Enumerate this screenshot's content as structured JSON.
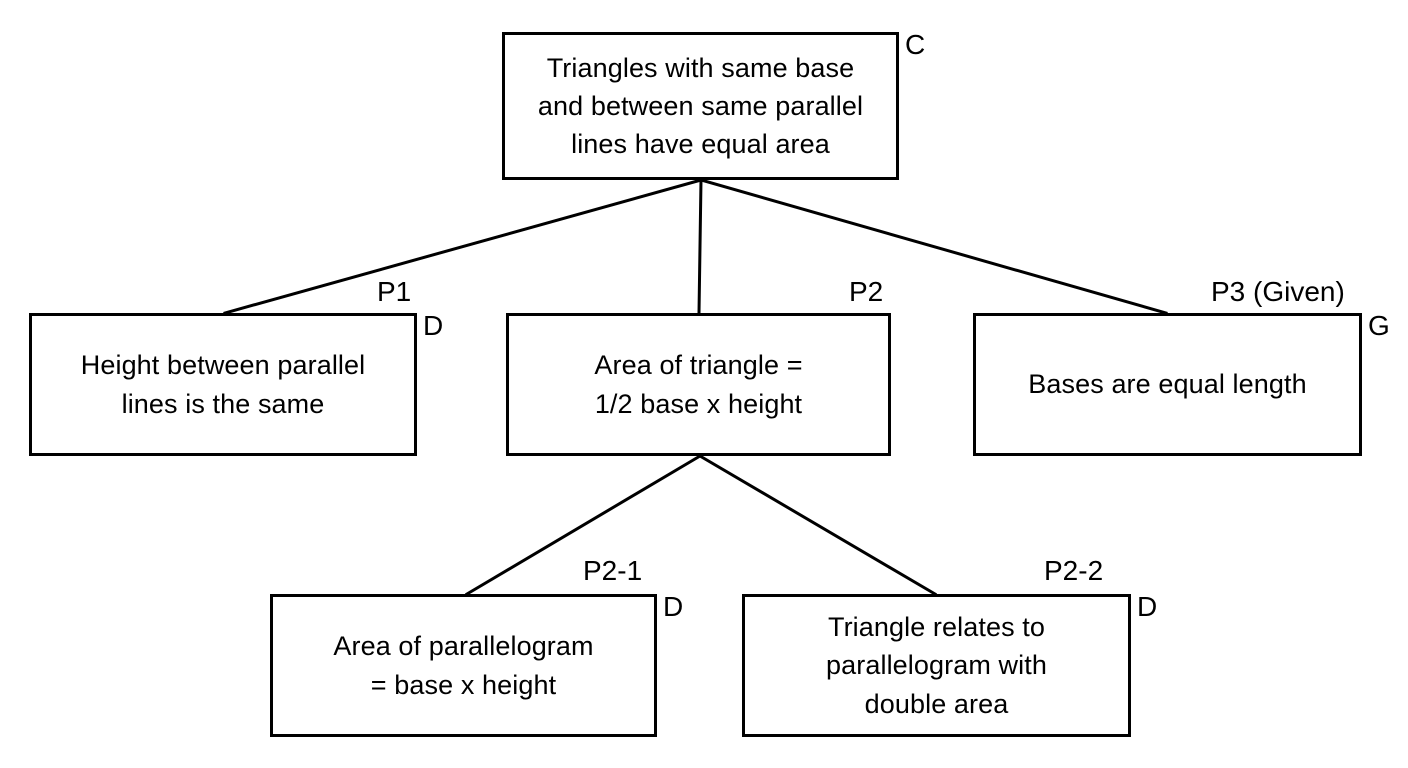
{
  "diagram": {
    "type": "argument-tree",
    "background_color": "#ffffff",
    "line_color": "#000000",
    "text_color": "#000000",
    "nodes": [
      {
        "id": "C",
        "role": "claim",
        "corner_tag": "C",
        "text": "Triangles with same base\nand between same parallel\nlines have equal area"
      },
      {
        "id": "P1",
        "role": "data",
        "corner_tag": "D",
        "text": "Height between parallel\nlines is the same"
      },
      {
        "id": "P2",
        "role": "premise",
        "corner_tag": "",
        "text": "Area of triangle =\n1/2 base x height"
      },
      {
        "id": "P3",
        "role": "given",
        "corner_tag": "G",
        "text": "Bases are equal length"
      },
      {
        "id": "P2-1",
        "role": "data",
        "corner_tag": "D",
        "text": "Area of parallelogram\n= base x height"
      },
      {
        "id": "P2-2",
        "role": "data",
        "corner_tag": "D",
        "text": "Triangle relates to\nparallelogram with\ndouble area"
      }
    ],
    "edges": [
      {
        "id": "edge-p1",
        "from": "C",
        "to": "P1",
        "label": "P1"
      },
      {
        "id": "edge-p2",
        "from": "C",
        "to": "P2",
        "label": "P2"
      },
      {
        "id": "edge-p3",
        "from": "C",
        "to": "P3",
        "label": "P3 (Given)"
      },
      {
        "id": "edge-p2-1",
        "from": "P2",
        "to": "P2-1",
        "label": "P2-1"
      },
      {
        "id": "edge-p2-2",
        "from": "P2",
        "to": "P2-2",
        "label": "P2-2"
      }
    ]
  }
}
